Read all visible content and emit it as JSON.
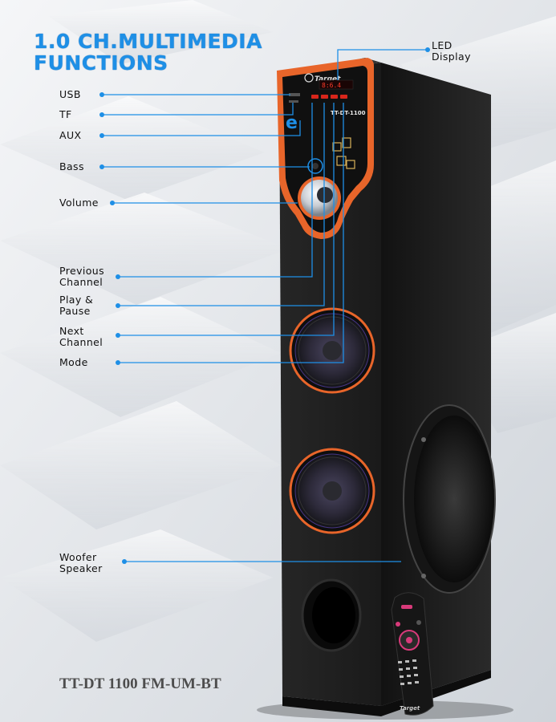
{
  "title": {
    "line1": "1.0 CH.MULTIMEDIA",
    "line2": "FUNCTIONS"
  },
  "labels": {
    "usb": "USB",
    "tf": "TF",
    "aux": "AUX",
    "bass": "Bass",
    "volume": "Volume",
    "previous_line1": "Previous",
    "previous_line2": "Channel",
    "play_line1": "Play &",
    "play_line2": "Pause",
    "next_line1": "Next",
    "next_line2": "Channel",
    "mode": "Mode",
    "woofer_line1": "Woofer",
    "woofer_line2": "Speaker",
    "led_line1": "LED",
    "led_line2": "Display"
  },
  "speaker": {
    "brand": "Target",
    "panel_model": "TT-DT-1100",
    "display_text": "8:6.4"
  },
  "remote": {
    "brand": "Target"
  },
  "model_caption": "TT-DT 1100 FM-UM-BT",
  "colors": {
    "accent_blue": "#1e8fe6",
    "panel_orange": "#e8652a",
    "body": "#1b1b1b"
  }
}
